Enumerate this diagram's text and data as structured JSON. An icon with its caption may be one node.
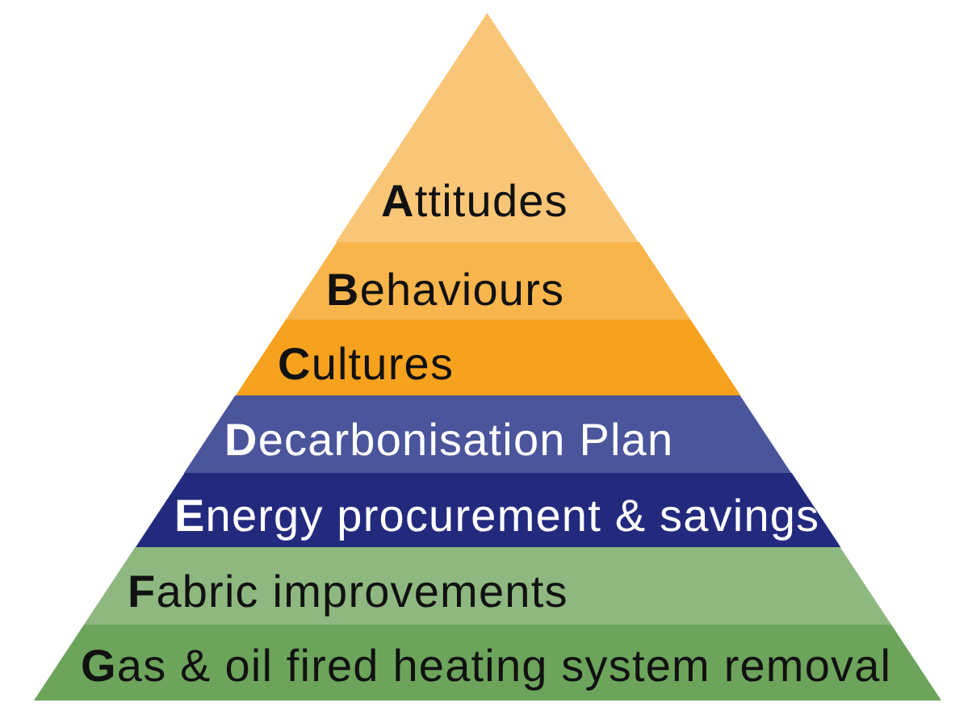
{
  "diagram": {
    "nodes": [
      {
        "text": [
          "**A**ttitudes"
        ]
      },
      {
        "text": [
          "**B**ehaviours"
        ]
      },
      {
        "text": [
          "**C**ultures"
        ]
      },
      {
        "text": [
          "**D**ecarbonisation Plan"
        ]
      },
      {
        "text": [
          "**E**nergy procurement & savings"
        ]
      },
      {
        "text": [
          "**F**abric improvements"
        ]
      },
      {
        "text": [
          "**G**as & oil fired heating system removal"
        ]
      }
    ],
    "edges": []
  }
}
